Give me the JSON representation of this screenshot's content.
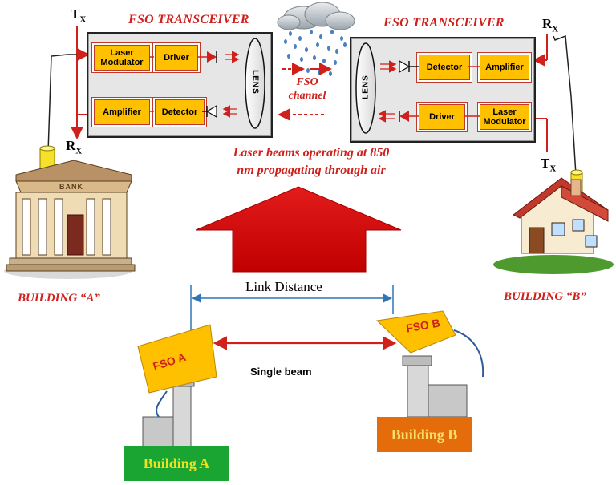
{
  "transceivers": {
    "left": {
      "title": "FSO TRANSCEIVER",
      "blocks": {
        "laser_modulator": "Laser Modulator",
        "driver": "Driver",
        "amplifier": "Amplifier",
        "detector": "Detector"
      },
      "lens": "LENS"
    },
    "right": {
      "title": "FSO TRANSCEIVER",
      "blocks": {
        "detector": "Detector",
        "amplifier": "Amplifier",
        "driver": "Driver",
        "laser_modulator": "Laser Modulator"
      },
      "lens": "LENS"
    }
  },
  "labels": {
    "tx_left": "T",
    "tx_left_sub": "X",
    "rx_left": "R",
    "rx_left_sub": "X",
    "rx_right": "R",
    "rx_right_sub": "X",
    "tx_right": "T",
    "tx_right_sub": "X"
  },
  "channel": {
    "line1": "FSO",
    "line2": "channel"
  },
  "caption": {
    "line1": "Laser beams operating at 850",
    "line2": "nm propagating through air"
  },
  "buildings": {
    "left_sign": "BANK",
    "left_caption": "BUILDING “A”",
    "right_caption": "BUILDING “B”"
  },
  "lower": {
    "link_distance": "Link Distance",
    "single_beam": "Single beam",
    "fso_a": "FSO A",
    "fso_b": "FSO B",
    "building_a": "Building  A",
    "building_b": "Building B"
  },
  "colors": {
    "accent_red": "#d0201c",
    "block_orange": "#ffc000",
    "link_blue": "#2e75b6",
    "building_a_green": "#1aa532",
    "building_b_orange": "#e46c0a",
    "fso_yellow": "#ffc000"
  }
}
